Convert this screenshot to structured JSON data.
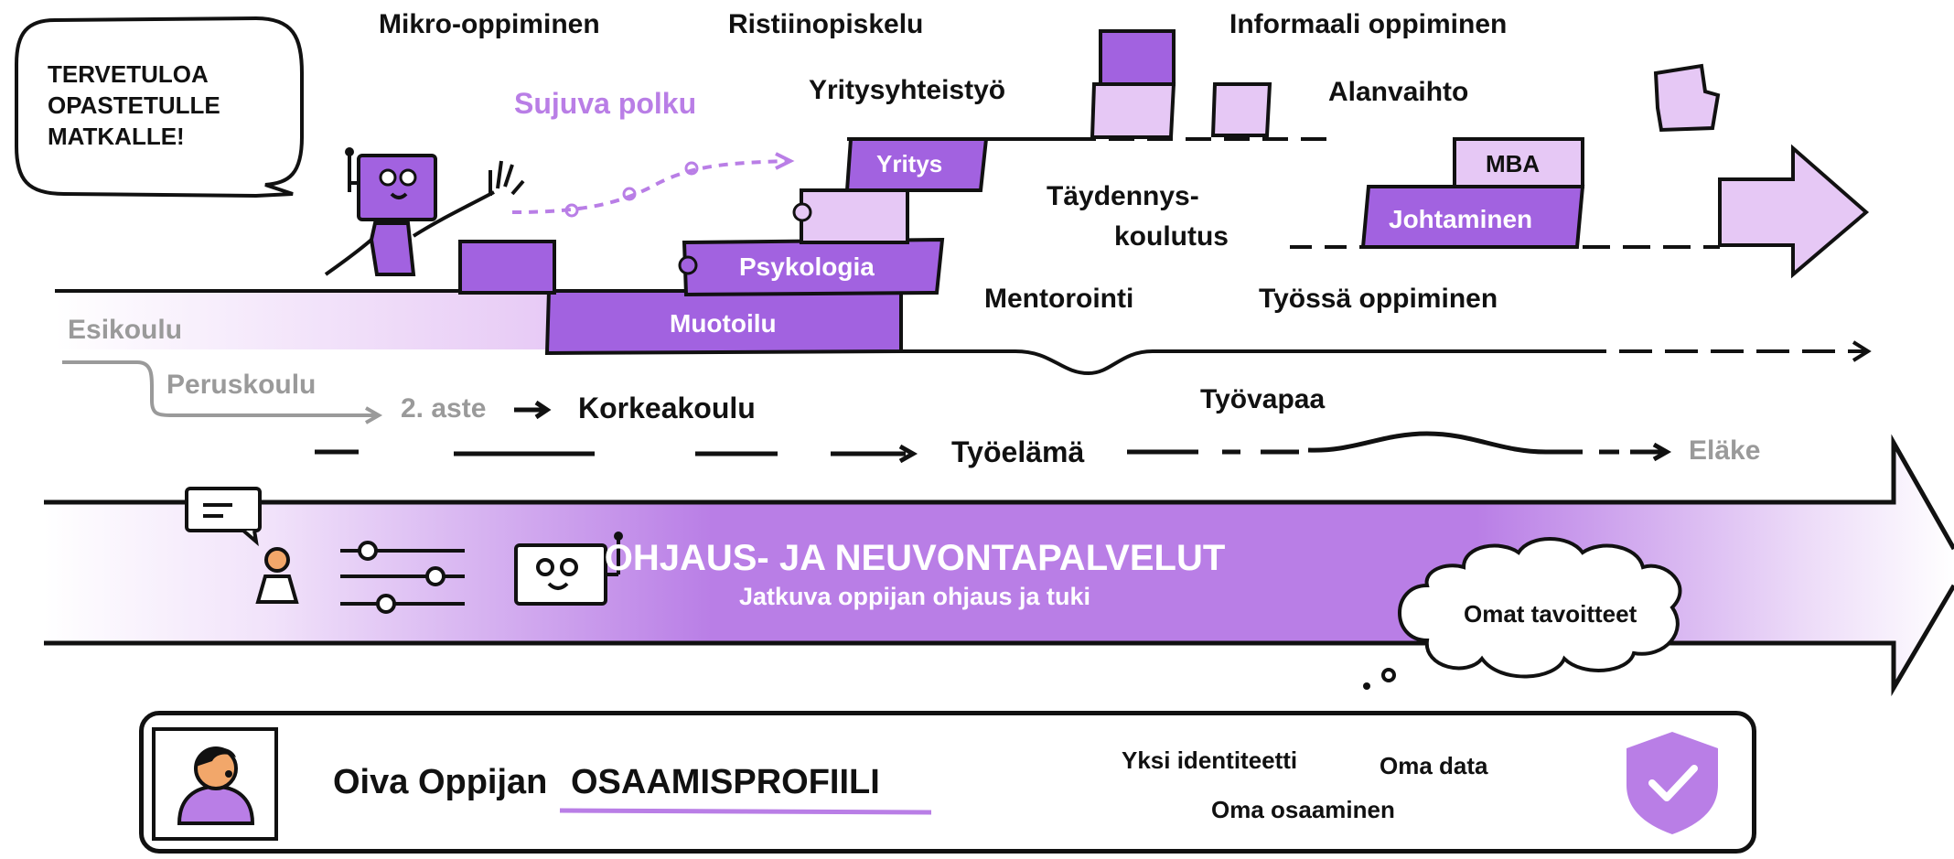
{
  "welcome_bubble": {
    "text": "TERVETULOA\nOPASTETULLE\nMATKALLE!"
  },
  "path_labels": {
    "sujuva_polku": "Sujuva polku",
    "mikro_oppiminen": "Mikro-oppiminen",
    "ristiinopiskelu": "Ristiinopiskelu",
    "informaali_oppiminen": "Informaali oppiminen",
    "yritysyhteistyo": "Yritysyhteistyö",
    "alanvaihto": "Alanvaihto",
    "taydennys_line1": "Täydennys-",
    "taydennys_line2": "koulutus",
    "mentorointi": "Mentorointi",
    "tyossa_oppiminen": "Työssä oppiminen",
    "tyovapaa": "Työvapaa"
  },
  "puzzle_blocks": {
    "yritys": "Yritys",
    "psykologia": "Psykologia",
    "muotoilu": "Muotoilu",
    "mba": "MBA",
    "johtaminen": "Johtaminen"
  },
  "education_stages": {
    "esikoulu": "Esikoulu",
    "peruskoulu": "Peruskoulu",
    "toinen_aste": "2. aste",
    "korkeakoulu": "Korkeakoulu",
    "tyoelama": "Työelämä",
    "elake": "Eläke"
  },
  "guidance_band": {
    "title": "OHJAUS- JA NEUVONTAPALVELUT",
    "subtitle": "Jatkuva oppijan ohjaus ja tuki"
  },
  "goals_cloud": {
    "text": "Omat tavoitteet"
  },
  "profile": {
    "title_prefix": "Oiva Oppijan",
    "title_highlight": "OSAAMISPROFIILI",
    "feature_identity": "Yksi identiteetti",
    "feature_data": "Oma data",
    "feature_skills": "Oma osaaminen"
  },
  "colors": {
    "accent_dark": "#a262e0",
    "accent": "#b97ee6",
    "accent_light": "#e6c8f5",
    "grey_text": "#9a9a9a",
    "ink": "#111111"
  },
  "icons": [
    "robot-icon",
    "chat-bubble-icon",
    "person-icon",
    "sliders-icon",
    "robot-face-icon",
    "shield-check-icon",
    "arrow-right-icon"
  ]
}
